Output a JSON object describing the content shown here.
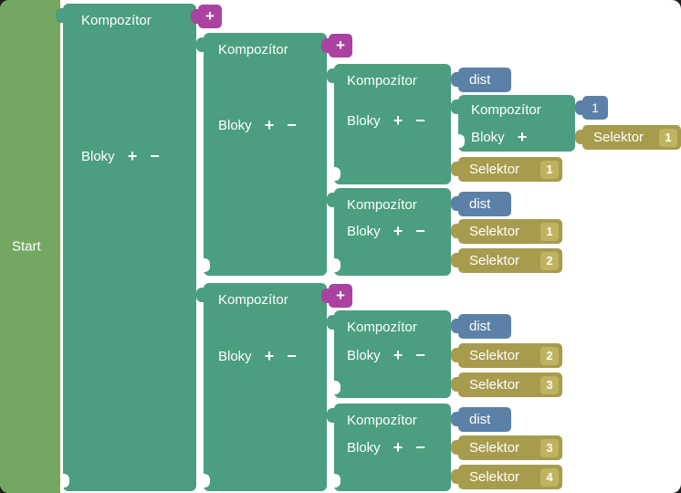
{
  "palette": {
    "start": "#74a862",
    "kompozitor": "#4b9e7f",
    "add_block": "#ab42a1",
    "dist": "#5c81a6",
    "selektor": "#a79c4e",
    "selektor_badge": "#c0b35f",
    "canvas": "#ffffff"
  },
  "start": {
    "label": "Start"
  },
  "root": {
    "title": "Kompozítor",
    "body_label": "Bloky",
    "add": "+",
    "remove": "−",
    "append_block": "+"
  },
  "g1": {
    "title": "Kompozítor",
    "body_label": "Bloky",
    "add": "+",
    "remove": "−",
    "append_block": "+"
  },
  "g2": {
    "title": "Kompozítor",
    "body_label": "Bloky",
    "add": "+",
    "remove": "−",
    "append_block": "+"
  },
  "c1": {
    "title": "Kompozítor",
    "body_label": "Bloky",
    "add": "+",
    "remove": "−",
    "dist": "dist",
    "selektor": {
      "label": "Selektor",
      "badge": "1"
    }
  },
  "nested": {
    "title": "Kompozítor",
    "body_label": "Bloky",
    "add": "+",
    "value": "1",
    "selektor": {
      "label": "Selektor",
      "badge": "1"
    }
  },
  "c2": {
    "title": "Kompozítor",
    "body_label": "Bloky",
    "add": "+",
    "remove": "−",
    "dist": "dist",
    "selectors": [
      {
        "label": "Selektor",
        "badge": "1"
      },
      {
        "label": "Selektor",
        "badge": "2"
      }
    ]
  },
  "c3": {
    "title": "Kompozítor",
    "body_label": "Bloky",
    "add": "+",
    "remove": "−",
    "dist": "dist",
    "selectors": [
      {
        "label": "Selektor",
        "badge": "2"
      },
      {
        "label": "Selektor",
        "badge": "3"
      }
    ]
  },
  "c4": {
    "title": "Kompozítor",
    "body_label": "Bloky",
    "add": "+",
    "remove": "−",
    "dist": "dist",
    "selectors": [
      {
        "label": "Selektor",
        "badge": "3"
      },
      {
        "label": "Selektor",
        "badge": "4"
      }
    ]
  }
}
